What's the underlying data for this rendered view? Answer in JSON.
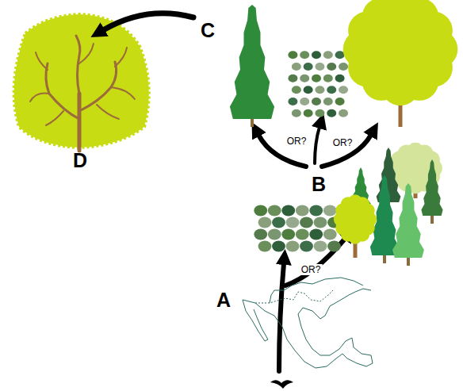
{
  "diagram": {
    "labels": [
      "C",
      "D",
      "OR?",
      "OR?",
      "B",
      "OR?",
      "A"
    ]
  }
}
